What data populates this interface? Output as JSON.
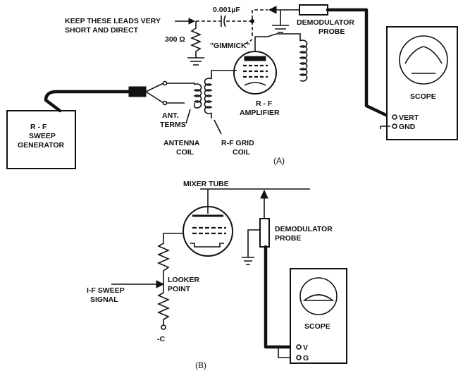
{
  "diagram_a": {
    "note_line1": "KEEP THESE LEADS VERY",
    "note_line2": "SHORT AND DIRECT",
    "capacitor": "0.001µF",
    "resistor": "300 Ω",
    "gimmick": "\"GIMMICK\"",
    "probe_line1": "DEMODULATOR",
    "probe_line2": "PROBE",
    "scope": "SCOPE",
    "vert": "VERT",
    "gnd": "GND",
    "generator_line1": "R - F",
    "generator_line2": "SWEEP",
    "generator_line3": "GENERATOR",
    "ant_line1": "ANT.",
    "ant_line2": "TERMS",
    "amp_line1": "R - F",
    "amp_line2": "AMPLIFIER",
    "antcoil_line1": "ANTENNA",
    "antcoil_line2": "COIL",
    "gridcoil_line1": "R-F GRID",
    "gridcoil_line2": "COIL",
    "caption": "(A)"
  },
  "diagram_b": {
    "mixer": "MIXER TUBE",
    "probe_line1": "DEMODULATOR",
    "probe_line2": "PROBE",
    "looker_line1": "LOOKER",
    "looker_line2": "POINT",
    "signal_line1": "I-F SWEEP",
    "signal_line2": "SIGNAL",
    "minus_c": "-C",
    "scope": "SCOPE",
    "v": "V",
    "g": "G",
    "caption": "(B)"
  }
}
